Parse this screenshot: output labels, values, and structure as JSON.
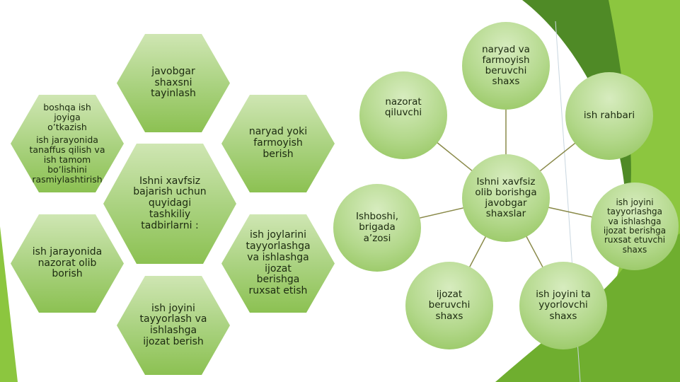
{
  "left_diagram": {
    "center": "Ishni xavfsiz bajarish uchun quyidagi tashkiliy tadbirlarni :",
    "items": [
      "javobgar shaxsni tayinlash",
      "naryad yoki farmoyish berish",
      "ish joylarini tayyorlashga va ishlashga ijozat berishga ruxsat etish",
      "ish joyini tayyorlash va ishlashga ijozat berish",
      "ish jarayonida nazorat olib borish"
    ],
    "top_left_lines": [
      "boshqa ish joyiga o’tkazish",
      "ish jarayonida tanaffus qilish va ish tamom bo’lishini rasmiylashtirish"
    ]
  },
  "right_diagram": {
    "center": "Ishni xavfsiz olib borishga javobgar shaxslar",
    "items": [
      "naryad va farmoyish beruvchi shaxs",
      "ish rahbari",
      "ish joyini tayyorlashga va ishlashga ijozat berishga ruxsat etuvchi shaxs",
      "ish joyini tayyorlovchi shaxs",
      "ijozat beruvchi shaxs",
      "Ishboshi, brigada a’zosi",
      "nazorat qiluvchi"
    ]
  },
  "colors": {
    "dark_green": "#4f8a26",
    "mid_green": "#6fae2f",
    "light_green": "#8cc63f",
    "line": "#8a8a4a"
  }
}
